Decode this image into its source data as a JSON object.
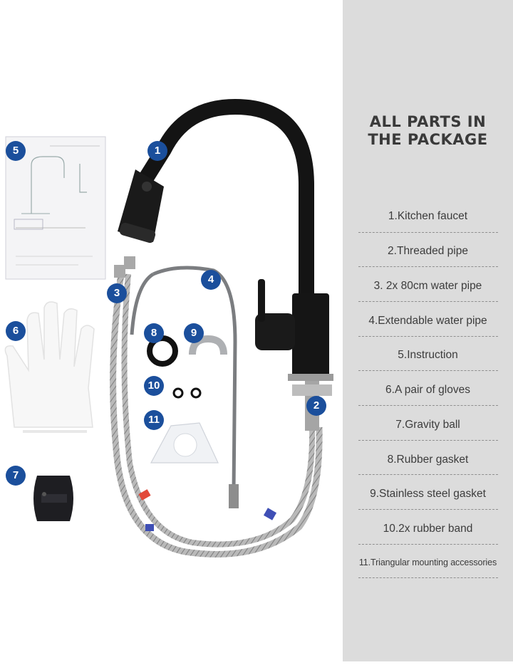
{
  "panel": {
    "title_line1": "ALL PARTS IN",
    "title_line2": "THE PACKAGE",
    "parts": [
      "1.Kitchen faucet",
      "2.Threaded pipe",
      "3. 2x 80cm water pipe",
      "4.Extendable water pipe",
      "5.Instruction",
      "6.A pair of gloves",
      "7.Gravity ball",
      "8.Rubber gasket",
      "9.Stainless steel gasket",
      "10.2x rubber band",
      "11.Triangular mounting accessories"
    ]
  },
  "badges": [
    "1",
    "2",
    "3",
    "4",
    "5",
    "6",
    "7",
    "8",
    "9",
    "10",
    "11"
  ],
  "colors": {
    "badge": "#1b4f9c",
    "panel": "#dcdcdc",
    "faucet": "#111111"
  }
}
